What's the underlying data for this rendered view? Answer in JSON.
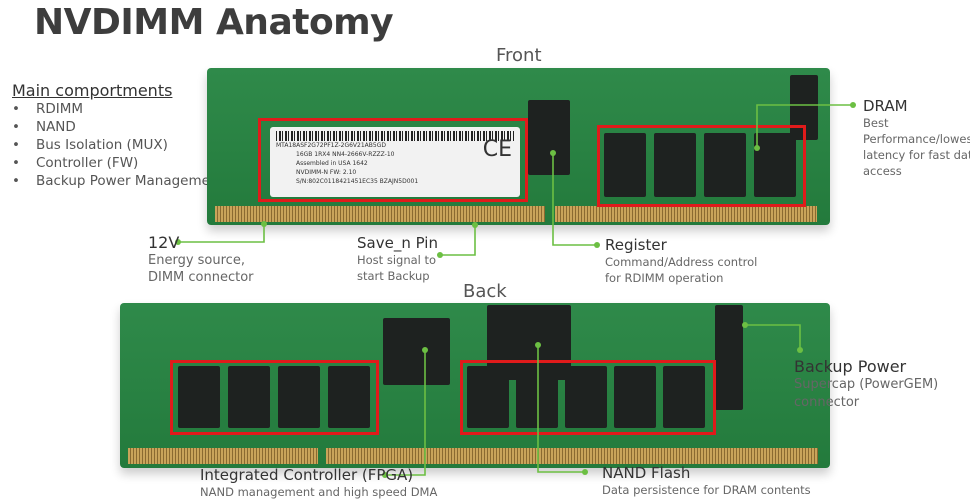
{
  "title": "NVDIMM Anatomy",
  "front_label": "Front",
  "back_label": "Back",
  "main": {
    "heading": "Main comportments",
    "items": [
      "RDIMM",
      "NAND",
      "Bus Isolation (MUX)",
      "Controller (FW)",
      "Backup Power Management"
    ]
  },
  "sticker": {
    "lines": [
      "MTA18ASF2G72PF1Z-2G6V21AB5GD",
      "16GB 1RX4  NN4-2666V-RZZZ-10",
      "Assembled in USA        1642",
      "NVDIMM-N          FW: 2.10",
      "S/N:802C0118421451EC35    BZAJN5D001"
    ],
    "mark": "CE"
  },
  "callouts": {
    "dram": {
      "title": "DRAM",
      "desc": [
        "Best",
        "Performance/lowest",
        "latency for fast data",
        "access"
      ]
    },
    "v12": {
      "title": "12V",
      "desc": [
        "Energy source,",
        "DIMM connector"
      ]
    },
    "save": {
      "title": "Save_n Pin",
      "desc": [
        "Host signal to",
        "start Backup"
      ]
    },
    "register": {
      "title": "Register",
      "desc": [
        "Command/Address control",
        "for RDIMM operation"
      ]
    },
    "backup": {
      "title": "Backup Power",
      "desc": [
        "Supercap (PowerGEM)",
        "connector"
      ]
    },
    "fpga": {
      "title": "Integrated Controller (FPGA)",
      "desc": [
        "NAND management and high speed DMA"
      ]
    },
    "nand": {
      "title": "NAND Flash",
      "desc": [
        "Data persistence for DRAM contents"
      ]
    }
  },
  "colors": {
    "leader": "#6cbf43",
    "highlight": "#e01b1b",
    "pcb": "#2f8a4a"
  }
}
